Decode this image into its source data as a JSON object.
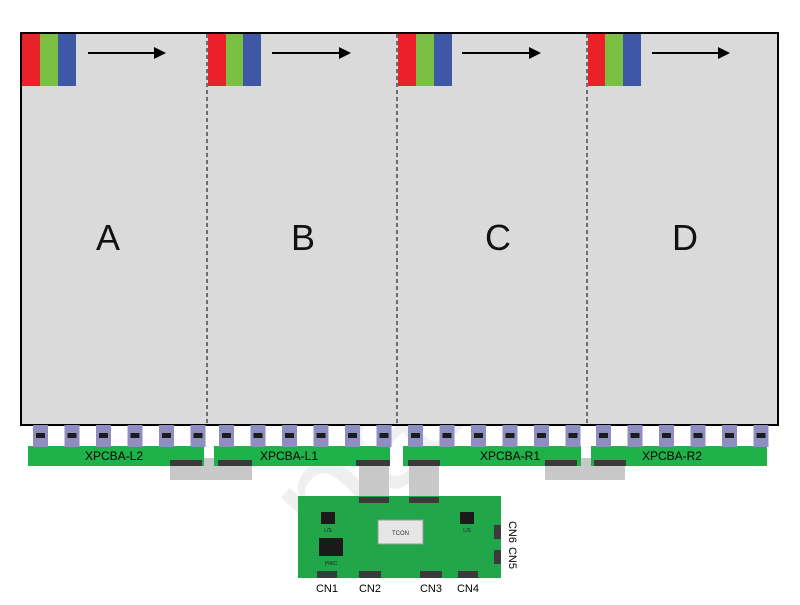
{
  "panel": {
    "segments": [
      {
        "letter": "A"
      },
      {
        "letter": "B"
      },
      {
        "letter": "C"
      },
      {
        "letter": "D"
      }
    ]
  },
  "pcbs": [
    {
      "label": "XPCBA-L2"
    },
    {
      "label": "XPCBA-L1"
    },
    {
      "label": "XPCBA-R1"
    },
    {
      "label": "XPCBA-R2"
    }
  ],
  "tcon_board": {
    "center_chip": "TCON",
    "left_chip_top": "L/S",
    "left_chip_bottom": "PMIC",
    "right_chip": "L/S",
    "bottom_connectors": [
      "CN1",
      "CN2",
      "CN3",
      "CN4"
    ],
    "side_connectors": [
      "CN6",
      "CN5"
    ]
  },
  "colors": {
    "panel_fill": "#dadada",
    "pcb_green": "#1fb14a",
    "board_green": "#21a74a",
    "rgb_red": "#ea2128",
    "rgb_green": "#7ac143",
    "rgb_blue": "#3e57a6",
    "cable_gray": "#c8c8c8",
    "cof_blue": "#8e8ec3"
  },
  "watermark": "panel"
}
